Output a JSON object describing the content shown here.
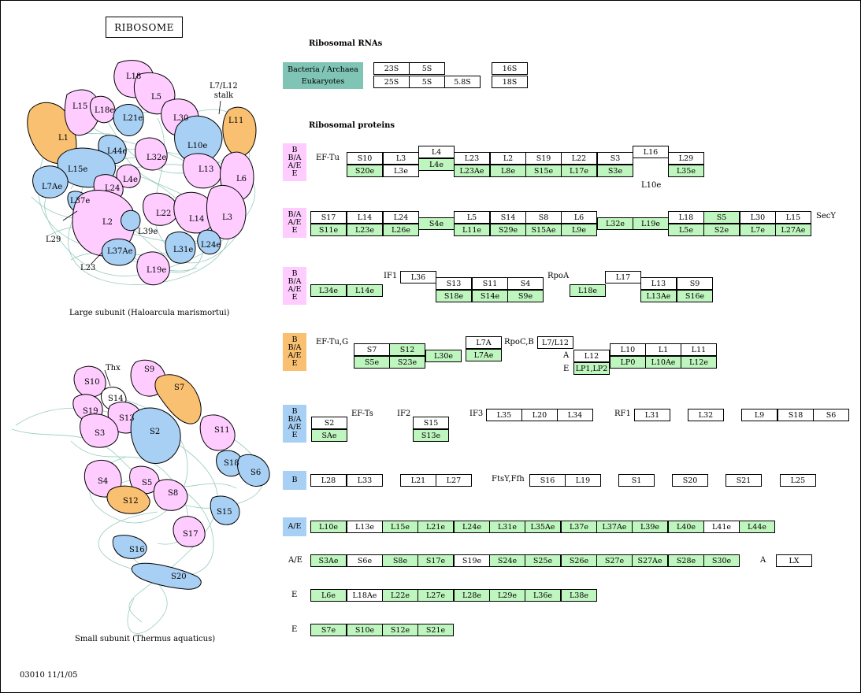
{
  "title": "RIBOSOME",
  "footer": "03010  11/1/05",
  "colors": {
    "pink": "#ffccff",
    "blue": "#a8d0f5",
    "orange": "#f8c070",
    "green": "#bff5bf",
    "teal": "#7fc4b4"
  },
  "large_subunit_caption": "Large subunit  (Haloarcula marismortui)",
  "small_subunit_caption": "Small subunit  (Thermus aquaticus)",
  "rna": {
    "header": "Ribosomal RNAs",
    "legend": [
      "Bacteria / Archaea",
      "Eukaryotes"
    ],
    "row1": [
      "23S",
      "5S",
      "16S"
    ],
    "row2": [
      "25S",
      "5S",
      "5.8S",
      "18S"
    ]
  },
  "proteins_header": "Ribosomal proteins",
  "row_keys": {
    "r1": "B\nB/A\nA/E\nE",
    "r2": "B/A\nA/E\nE",
    "r3": "B\nB/A\nA/E\nE",
    "r4": "B\nB/A\nA/E\nE",
    "r5": "B\nB/A\nA/E\nE",
    "r6": "B",
    "r7": "A/E"
  },
  "labels": {
    "eftu": "EF-Tu",
    "l10e": "L10e",
    "secy": "SecY",
    "if1": "IF1",
    "rpoa": "RpoA",
    "eftug": "EF-Tu,G",
    "rpocb": "RpoC,B",
    "a": "A",
    "e": "E",
    "efts": "EF-Ts",
    "if2": "IF2",
    "if3": "IF3",
    "rf1": "RF1",
    "ftsy": "FtsY,Ffh",
    "ae_row8": "A/E",
    "a_row8": "A",
    "e_row9": "E",
    "e_row10": "E"
  },
  "cells": {
    "r1": [
      "S10",
      "S20e",
      "L3",
      "L3e",
      "L4",
      "L4e",
      "L23",
      "L23Ae",
      "L2",
      "L8e",
      "S19",
      "S15e",
      "L22",
      "L17e",
      "S3",
      "S3e",
      "L16",
      "L29",
      "L35e"
    ],
    "r2": [
      "S17",
      "S11e",
      "L14",
      "L23e",
      "L24",
      "L26e",
      "S4e",
      "L5",
      "L11e",
      "S14",
      "S29e",
      "S8",
      "S15Ae",
      "L6",
      "L9e",
      "L32e",
      "L19e",
      "L18",
      "L5e",
      "S5",
      "S2e",
      "L30",
      "L7e",
      "L15",
      "L27Ae"
    ],
    "r3": [
      "L34e",
      "L14e",
      "L36",
      "S13",
      "S18e",
      "S11",
      "S14e",
      "S4",
      "S9e",
      "L18e",
      "L17",
      "L13",
      "L13Ae",
      "S9",
      "S16e"
    ],
    "r4": [
      "S7",
      "S5e",
      "S12",
      "S23e",
      "L30e",
      "L7A",
      "L7Ae",
      "L7/L12",
      "L12",
      "LP1,LP2",
      "L10",
      "LP0",
      "L1",
      "L10Ae",
      "L11",
      "L12e"
    ],
    "r5": [
      "S2",
      "SAe",
      "S15",
      "S13e",
      "L35",
      "L20",
      "L34",
      "L31",
      "L32",
      "L9",
      "S18",
      "S6"
    ],
    "r6": [
      "L28",
      "L33",
      "L21",
      "L27",
      "S16",
      "L19",
      "S1",
      "S20",
      "S21",
      "L25"
    ],
    "r7": [
      "L10e",
      "L13e",
      "L15e",
      "L21e",
      "L24e",
      "L31e",
      "L35Ae",
      "L37e",
      "L37Ae",
      "L39e",
      "L40e",
      "L41e",
      "L44e"
    ],
    "r8": [
      "S3Ae",
      "S6e",
      "S8e",
      "S17e",
      "S19e",
      "S24e",
      "S25e",
      "S26e",
      "S27e",
      "S27Ae",
      "S28e",
      "S30e",
      "LX"
    ],
    "r9": [
      "L6e",
      "L18Ae",
      "L22e",
      "L27e",
      "L28e",
      "L29e",
      "L36e",
      "L38e"
    ],
    "r10": [
      "S7e",
      "S10e",
      "S12e",
      "S21e"
    ]
  },
  "large_blobs": [
    "L18",
    "L5",
    "L15",
    "L18e",
    "L21e",
    "L30",
    "L7/L12 stalk",
    "L11",
    "L1",
    "L44e",
    "L32e",
    "L10e",
    "L15e",
    "L4e",
    "L13",
    "L6",
    "L7Ae",
    "L24",
    "L37e",
    "L22",
    "L14",
    "L3",
    "L2",
    "L39e",
    "L29",
    "L31e",
    "L24e",
    "L37Ae",
    "L23",
    "L19e"
  ],
  "small_blobs": [
    "Thx",
    "S9",
    "S10",
    "S14",
    "S7",
    "S19",
    "S13",
    "S3",
    "S2",
    "S11",
    "S18",
    "S6",
    "S4",
    "S5",
    "S12",
    "S8",
    "S15",
    "S17",
    "S16",
    "S20"
  ]
}
